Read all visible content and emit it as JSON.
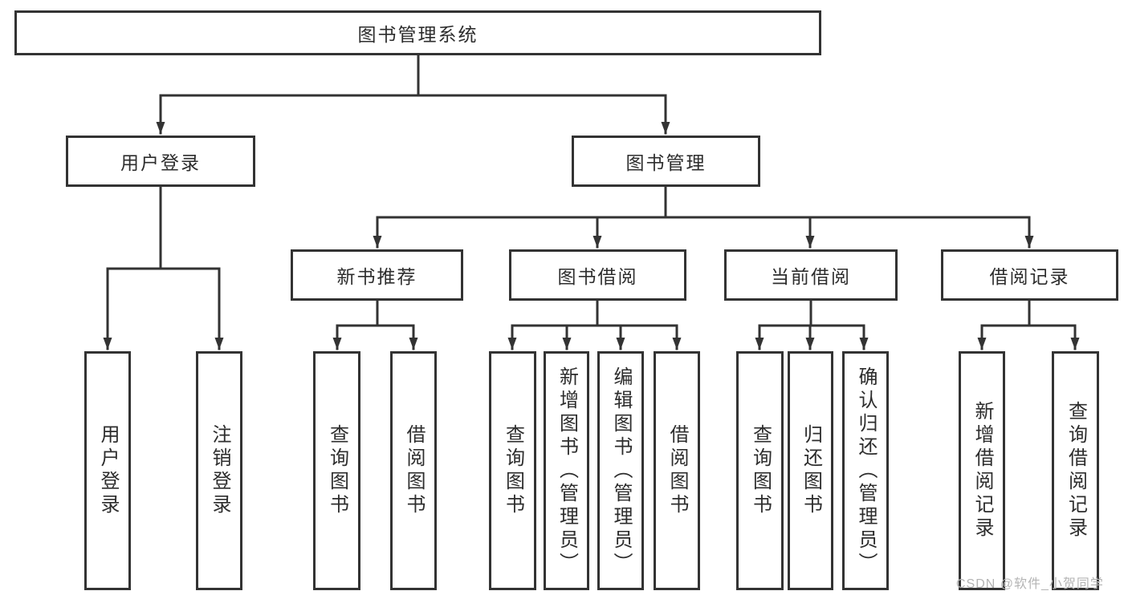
{
  "diagram": {
    "colors": {
      "line": "#333333",
      "text": "#2d2d2d",
      "background": "#ffffff",
      "watermark": "#b4b4b4"
    },
    "tree": {
      "root": {
        "label": "图书管理系统"
      },
      "branches": [
        {
          "label": "用户登录",
          "children": [
            {
              "label": "用户登录"
            },
            {
              "label": "注销登录"
            }
          ]
        },
        {
          "label": "图书管理",
          "groups": [
            {
              "label": "新书推荐",
              "children": [
                {
                  "label": "查询图书"
                },
                {
                  "label": "借阅图书"
                }
              ]
            },
            {
              "label": "图书借阅",
              "children": [
                {
                  "label": "查询图书"
                },
                {
                  "label": "新增图书（管理员）"
                },
                {
                  "label": "编辑图书（管理员）"
                },
                {
                  "label": "借阅图书"
                }
              ]
            },
            {
              "label": "当前借阅",
              "children": [
                {
                  "label": "查询图书"
                },
                {
                  "label": "归还图书"
                },
                {
                  "label": "确认归还（管理员）"
                }
              ]
            },
            {
              "label": "借阅记录",
              "children": [
                {
                  "label": "新增借阅记录"
                },
                {
                  "label": "查询借阅记录"
                }
              ]
            }
          ]
        }
      ]
    },
    "watermark": {
      "text": "CSDN @软件_小贺同学"
    }
  }
}
